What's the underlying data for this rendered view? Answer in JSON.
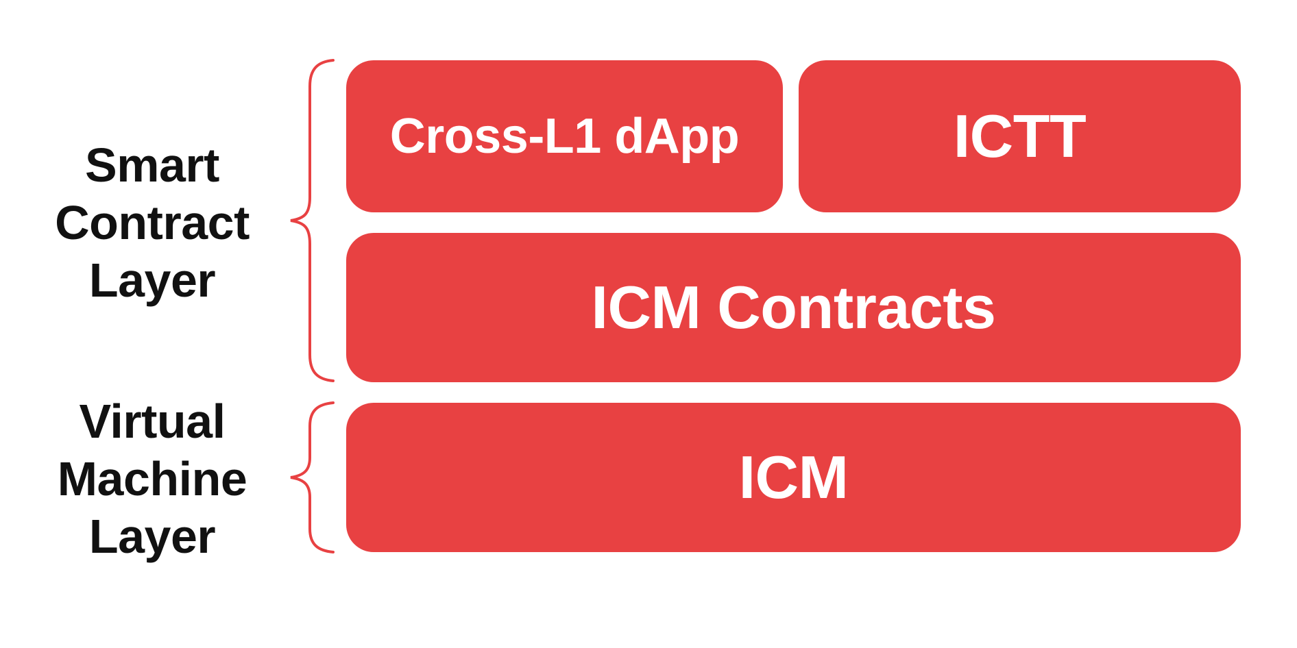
{
  "diagram": {
    "colors": {
      "accent_red": "#E84142",
      "label_black": "#111111",
      "box_text_white": "#FFFFFF",
      "background": "#FFFFFF"
    },
    "groups": [
      {
        "label": "Smart\nContract\nLayer"
      },
      {
        "label": "Virtual\nMachine\nLayer"
      }
    ],
    "boxes": {
      "cross_l1_dapp": "Cross-L1 dApp",
      "ictt": "ICTT",
      "icm_contracts": "ICM Contracts",
      "icm": "ICM"
    }
  }
}
